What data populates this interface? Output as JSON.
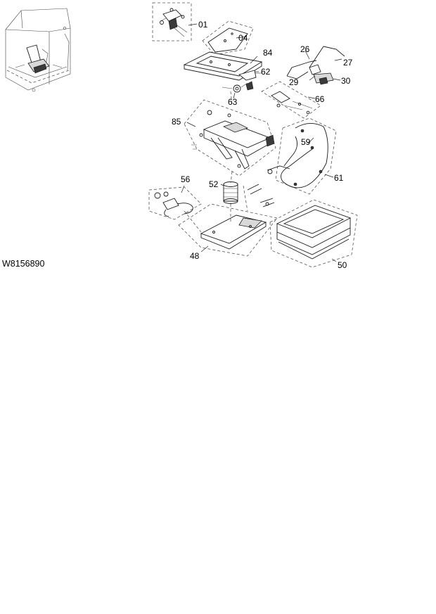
{
  "drawing_code": "W8156890",
  "callouts": [
    "01",
    "04",
    "84",
    "62",
    "63",
    "26",
    "27",
    "29",
    "30",
    "66",
    "85",
    "59",
    "61",
    "56",
    "52",
    "48",
    "50"
  ]
}
